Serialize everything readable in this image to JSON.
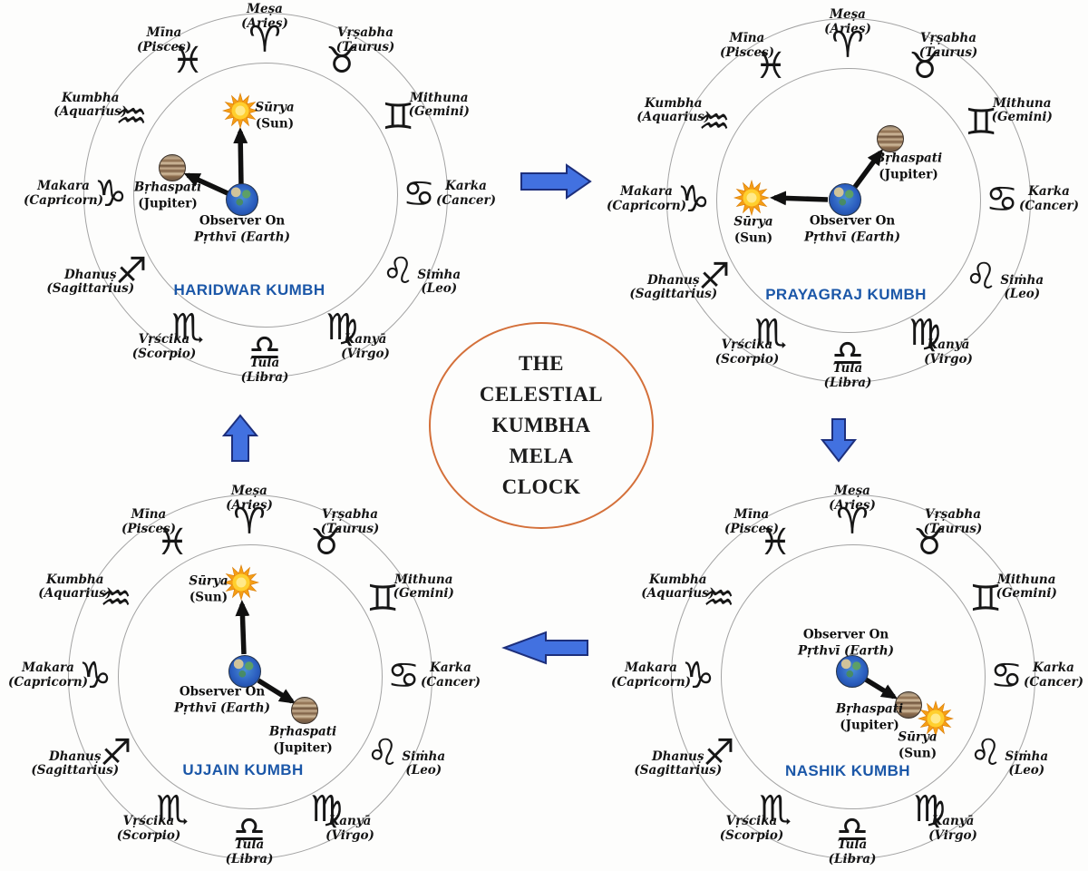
{
  "colors": {
    "wheel_title_blue": "#1b57a8",
    "block_arrow_fill": "#4271e0",
    "block_arrow_stroke": "#1d2f7c",
    "center_badge_border": "#d4703a",
    "zodiac_ink": "#161616"
  },
  "center_badge": {
    "lines": [
      "THE",
      "CELESTIAL",
      "KUMBHA",
      "MELA",
      "CLOCK"
    ]
  },
  "zodiac_signs": [
    {
      "name": "Meṣa",
      "english": "(Aries)",
      "icon": "aries-icon",
      "glyph": "♈"
    },
    {
      "name": "Vṛṣabha",
      "english": "(Taurus)",
      "icon": "taurus-icon",
      "glyph": "♉"
    },
    {
      "name": "Mithuna",
      "english": "(Gemini)",
      "icon": "gemini-icon",
      "glyph": "♊"
    },
    {
      "name": "Karka",
      "english": "(Cancer)",
      "icon": "cancer-icon",
      "glyph": "♋"
    },
    {
      "name": "Siṁha",
      "english": "(Leo)",
      "icon": "leo-icon",
      "glyph": "♌"
    },
    {
      "name": "Kanyā",
      "english": "(Virgo)",
      "icon": "virgo-icon",
      "glyph": "♍"
    },
    {
      "name": "Tulā",
      "english": "(Libra)",
      "icon": "libra-icon",
      "glyph": "♎"
    },
    {
      "name": "Vṛścika",
      "english": "(Scorpio)",
      "icon": "scorpio-icon",
      "glyph": "♏"
    },
    {
      "name": "Dhanuṣ",
      "english": "(Sagittarius)",
      "icon": "sagittarius-icon",
      "glyph": "♐"
    },
    {
      "name": "Makara",
      "english": "(Capricorn)",
      "icon": "capricorn-icon",
      "glyph": "♑"
    },
    {
      "name": "Kumbha",
      "english": "(Aquarius)",
      "icon": "aquarius-icon",
      "glyph": "♒"
    },
    {
      "name": "Mīna",
      "english": "(Pisces)",
      "icon": "pisces-icon",
      "glyph": "♓"
    }
  ],
  "bodies": {
    "sun": {
      "name": "Sūrya",
      "english": "(Sun)"
    },
    "jupiter": {
      "name": "Bṛhaspati",
      "english": "(Jupiter)"
    },
    "earth": {
      "line1": "Observer On",
      "line2": "Pṛthvī (Earth)"
    }
  },
  "wheels": [
    {
      "id": "haridwar",
      "title": "HARIDWAR KUMBH"
    },
    {
      "id": "prayagraj",
      "title": "PRAYAGRAJ KUMBH"
    },
    {
      "id": "ujjain",
      "title": "UJJAIN KUMBH"
    },
    {
      "id": "nashik",
      "title": "NASHIK KUMBH"
    }
  ],
  "flow_arrows": [
    {
      "direction": "right",
      "from": "haridwar",
      "to": "prayagraj"
    },
    {
      "direction": "down",
      "from": "prayagraj",
      "to": "nashik"
    },
    {
      "direction": "left",
      "from": "nashik",
      "to": "ujjain"
    },
    {
      "direction": "up",
      "from": "ujjain",
      "to": "haridwar"
    }
  ]
}
